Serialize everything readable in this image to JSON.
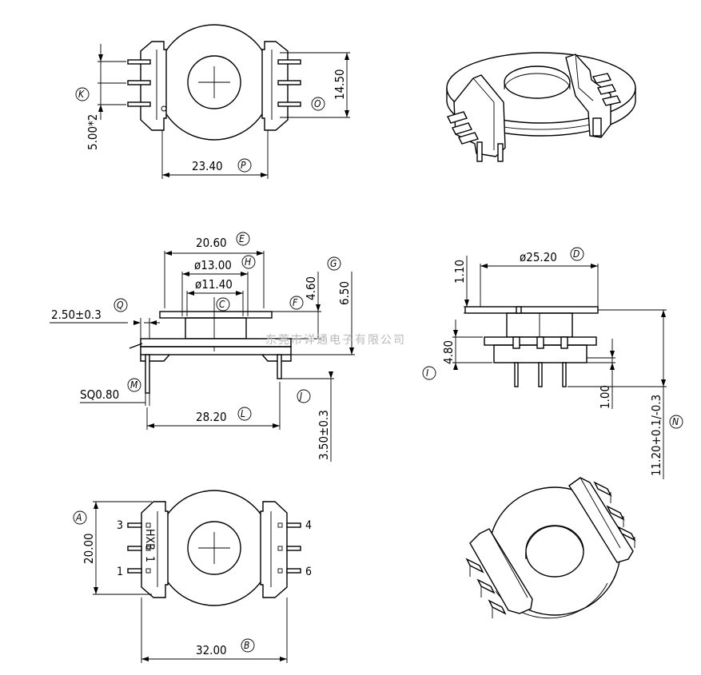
{
  "watermark": "东莞市详通电子有限公司",
  "top_view": {
    "pitch": "5.00*2",
    "pitch_tag": "K",
    "height": "14.50",
    "height_tag": "O",
    "width": "23.40",
    "width_tag": "P"
  },
  "front_view": {
    "d_e": "20.60",
    "d_e_tag": "E",
    "d_h": "ø13.00",
    "d_h_tag": "H",
    "d_c": "ø11.40",
    "d_c_tag": "C",
    "d_q": "2.50±0.3",
    "d_q_tag": "Q",
    "d_f": "4.60",
    "d_f_tag": "F",
    "d_g": "6.50",
    "d_g_tag": "G",
    "d_m": "SQ0.80",
    "d_m_tag": "M",
    "d_l": "28.20",
    "d_l_tag": "L",
    "d_j": "3.50±0.3",
    "d_j_tag": "J"
  },
  "side_view": {
    "d_d": "ø25.20",
    "d_d_tag": "D",
    "d_110": "1.10",
    "d_i": "4.80",
    "d_i_tag": "I",
    "d_100": "1.00",
    "d_n": "11.20+0.1/-0.3",
    "d_n_tag": "N"
  },
  "bottom_view": {
    "d_a": "20.00",
    "d_a_tag": "A",
    "d_b": "32.00",
    "d_b_tag": "B",
    "pins": [
      "3",
      "1",
      "4",
      "6"
    ],
    "mark_text": "HXB",
    "mark_one": "1"
  }
}
